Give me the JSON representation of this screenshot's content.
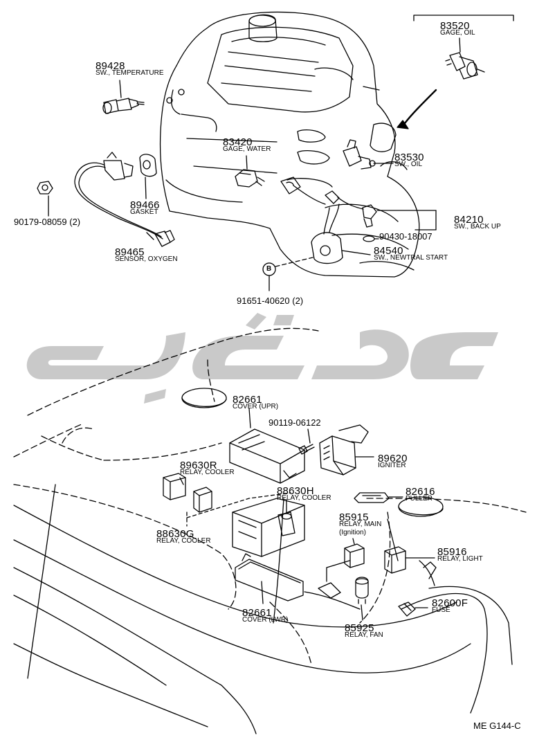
{
  "parts": [
    {
      "number": "89428",
      "name": "SW., TEMPERATURE"
    },
    {
      "number": "83520",
      "name": "GAGE, OIL"
    },
    {
      "number": "83420",
      "name": "GAGE, WATER"
    },
    {
      "number": "83530",
      "name": "SW., OIL"
    },
    {
      "number": "89466",
      "name": "GASKET"
    },
    {
      "number": "89465",
      "name": "SENSOR, OXYGEN"
    },
    {
      "number": "90179-08059 (2)"
    },
    {
      "number": "84210",
      "name": "SW., BACK UP"
    },
    {
      "number": "90430-18007"
    },
    {
      "number": "84540",
      "name": "SW., NEWTRAL START"
    },
    {
      "number": "91651-40620 (2)"
    },
    {
      "number": "82661",
      "name": "COVER (UPR)"
    },
    {
      "number": "90119-06122"
    },
    {
      "number": "89620",
      "name": "IGNITER"
    },
    {
      "number": "89630R",
      "name": "RELAY, COOLER"
    },
    {
      "number": "88630H",
      "name": "RELAY, COOLER"
    },
    {
      "number": "82616",
      "name": "PULLER"
    },
    {
      "number": "85915",
      "name": "RELAY, MAIN",
      "note": "(Ignition)"
    },
    {
      "number": "88630G",
      "name": "RELAY, COOLER"
    },
    {
      "number": "85916",
      "name": "RELAY, LIGHT"
    },
    {
      "number": "82600F",
      "name": "FUSE"
    },
    {
      "number": "82661",
      "name": "COVER (LWR)"
    },
    {
      "number": "85925",
      "name": "RELAY, FAN"
    }
  ],
  "bolt_marker": "B",
  "diagram_code": "ME G144-C",
  "colors": {
    "line": "#000000",
    "watermark": "#c9c9c9"
  }
}
